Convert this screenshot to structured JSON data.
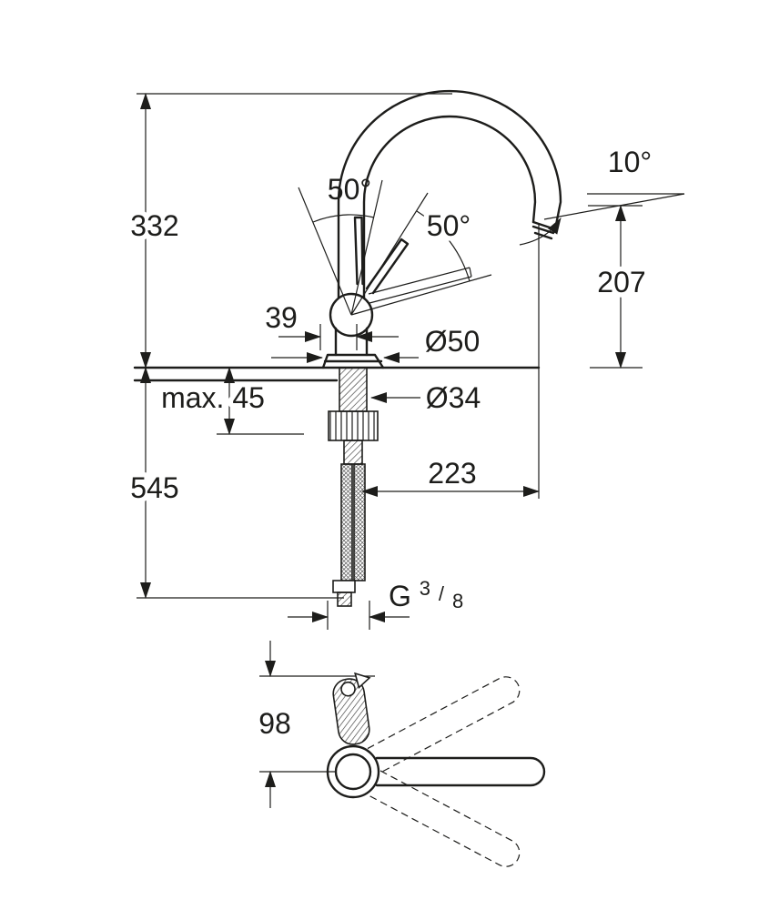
{
  "drawing": {
    "dims": {
      "d332": "332",
      "d545": "545",
      "max45": "max. 45",
      "d39": "39",
      "dia50": "Ø50",
      "dia34": "Ø34",
      "d207": "207",
      "d223": "223",
      "a50_tilt": "50°",
      "a50_swivel": "50°",
      "a10": "10°",
      "d98": "98",
      "thread": {
        "g": "G",
        "num": "3",
        "slash": "/",
        "den": "8"
      }
    },
    "colors": {
      "line": "#1d1d1b",
      "background": "#ffffff"
    }
  }
}
